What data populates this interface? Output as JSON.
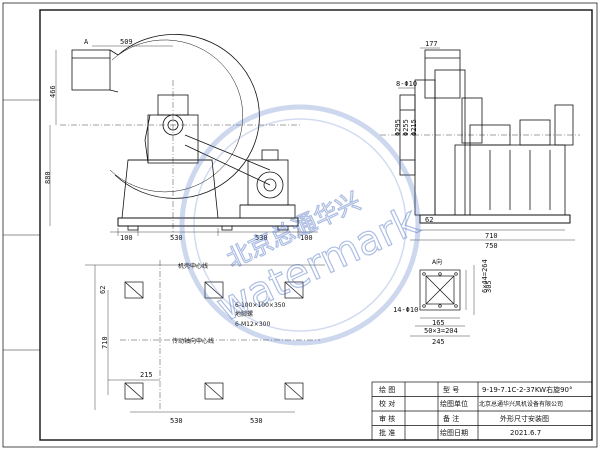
{
  "front_view": {
    "label_a": "A",
    "dim_top": "509",
    "dim_left_upper": "466",
    "dim_left_lower": "880",
    "dim_base": [
      "100",
      "530",
      "530",
      "100"
    ]
  },
  "side_view": {
    "dim_top": "177",
    "bolt_label": "8-Φ10",
    "flange_dims": [
      "Φ295",
      "Φ255",
      "Φ215"
    ],
    "dim_bottom_small": "62",
    "dim_width_inner": "710",
    "dim_width_outer": "750"
  },
  "plan_view": {
    "motor_centerline": "机壳中心线",
    "pit_size": "6-100×100×350",
    "grout_label": "地脚螺",
    "bolt_spec": "6-M12×300",
    "drive_centerline": "传动轴向中心线",
    "dim_left": "710",
    "dim_top_small": "62",
    "dim_offset": "215",
    "dim_bottom": [
      "530",
      "530"
    ]
  },
  "outlet_view": {
    "label": "A向",
    "bolt_label": "14-Φ10",
    "dims_right": [
      "6×44=264",
      "305"
    ],
    "dims_bottom": [
      "165",
      "50×3=204",
      "245"
    ]
  },
  "title_block": {
    "rows": [
      {
        "k1": "绘 图",
        "k2": "型 号",
        "v": "9-19-7.1C-2-37KW右旋90°"
      },
      {
        "k1": "校 对",
        "k2": "绘图单位",
        "v": "北京总通华兴风机设备有限公司"
      },
      {
        "k1": "审 核",
        "k2": "备 注",
        "v": "外形尺寸安装图"
      },
      {
        "k1": "批 准",
        "k2": "绘图日期",
        "v": "2021.6.7"
      }
    ]
  },
  "watermark": {
    "arc_text": "北京总通华兴",
    "main_text": "watermark"
  }
}
